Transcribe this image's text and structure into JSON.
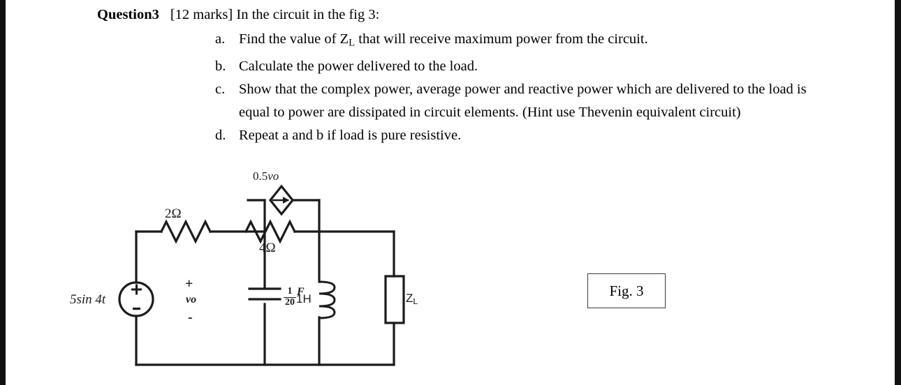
{
  "question": {
    "label": "Question3",
    "intro": "[12 marks] In the circuit in the fig 3:",
    "items": [
      {
        "marker": "a.",
        "text_before_sub": "Find the value of Z",
        "sub": "L",
        "text_after_sub": " that will receive maximum power from the circuit."
      },
      {
        "marker": "b.",
        "text_before_sub": "Calculate the power delivered to the load.",
        "sub": "",
        "text_after_sub": ""
      },
      {
        "marker": "c.",
        "text_before_sub": "Show that the complex power, average power and reactive power which are delivered to the load is equal to power are dissipated in circuit elements. (Hint use Thevenin equivalent circuit)",
        "sub": "",
        "text_after_sub": ""
      },
      {
        "marker": "d.",
        "text_before_sub": "Repeat a and b if load is pure resistive.",
        "sub": "",
        "text_after_sub": ""
      }
    ]
  },
  "figure": {
    "caption_box_label": "Fig. 3",
    "labels": {
      "source": "5sin 4t",
      "source_plus": "+",
      "source_minus": "-",
      "resistor_r1": "2Ω",
      "resistor_r2": "4Ω",
      "dependent_source_value": "0.5",
      "dependent_source_variable": "vo",
      "capacitor_numerator": "1",
      "capacitor_denominator": "20",
      "capacitor_unit": "F",
      "node_voltage": "vo",
      "node_plus": "+",
      "node_minus": "-",
      "inductor": "1H",
      "load": "Z",
      "load_sub": "L"
    },
    "colors": {
      "wire": "#1b1b1b",
      "text": "#1b1b1b",
      "page_edge": "#111111"
    }
  }
}
